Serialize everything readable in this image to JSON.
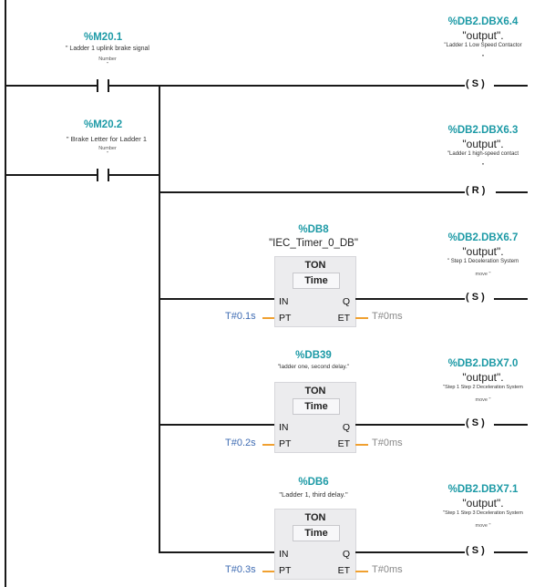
{
  "rung1": {
    "contact_addr": "%M20.1",
    "contact_comment": "\" Ladder 1 uplink brake signal",
    "contact_sub": "Number",
    "contact_quote": "\"",
    "coil_addr": "%DB2.DBX6.4",
    "coil_tag": "\"output\".",
    "coil_comment": "\"Ladder 1 Low Speed Contactor",
    "coil_quote": "\"",
    "coil_type": "( S )"
  },
  "rung2": {
    "contact_addr": "%M20.2",
    "contact_comment": "\" Brake Letter for Ladder 1",
    "contact_sub": "Number",
    "contact_quote": "\"",
    "coil_addr": "%DB2.DBX6.3",
    "coil_tag": "\"output\".",
    "coil_comment": "\"Ladder 1 high-speed contact",
    "coil_quote": "\"",
    "coil_type": "( R )"
  },
  "timer1": {
    "db_addr": "%DB8",
    "db_name": "\"IEC_Timer_0_DB\"",
    "type": "TON",
    "time": "Time",
    "pin_in": "IN",
    "pin_q": "Q",
    "pin_pt": "PT",
    "pin_et": "ET",
    "pt_value": "T#0.1s",
    "et_value": "T#0ms",
    "coil_addr": "%DB2.DBX6.7",
    "coil_tag": "\"output\".",
    "coil_comment": "\" Step 1 Deceleration System",
    "coil_comment2": "move \"",
    "coil_type": "( S )"
  },
  "timer2": {
    "db_addr": "%DB39",
    "db_comment": "\"ladder one, second delay.\"",
    "type": "TON",
    "time": "Time",
    "pin_in": "IN",
    "pin_q": "Q",
    "pin_pt": "PT",
    "pin_et": "ET",
    "pt_value": "T#0.2s",
    "et_value": "T#0ms",
    "coil_addr": "%DB2.DBX7.0",
    "coil_tag": "\"output\".",
    "coil_comment": "\"Step 1 Step 2 Deceleration System",
    "coil_comment2": "move \"",
    "coil_type": "( S )"
  },
  "timer3": {
    "db_addr": "%DB6",
    "db_comment": "\"Ladder 1, third delay.\"",
    "type": "TON",
    "time": "Time",
    "pin_in": "IN",
    "pin_q": "Q",
    "pin_pt": "PT",
    "pin_et": "ET",
    "pt_value": "T#0.3s",
    "et_value": "T#0ms",
    "coil_addr": "%DB2.DBX7.1",
    "coil_tag": "\"output\".",
    "coil_comment": "\"Step 1 Step 3 Deceleration System",
    "coil_comment2": "move \"",
    "coil_type": "( S )"
  }
}
